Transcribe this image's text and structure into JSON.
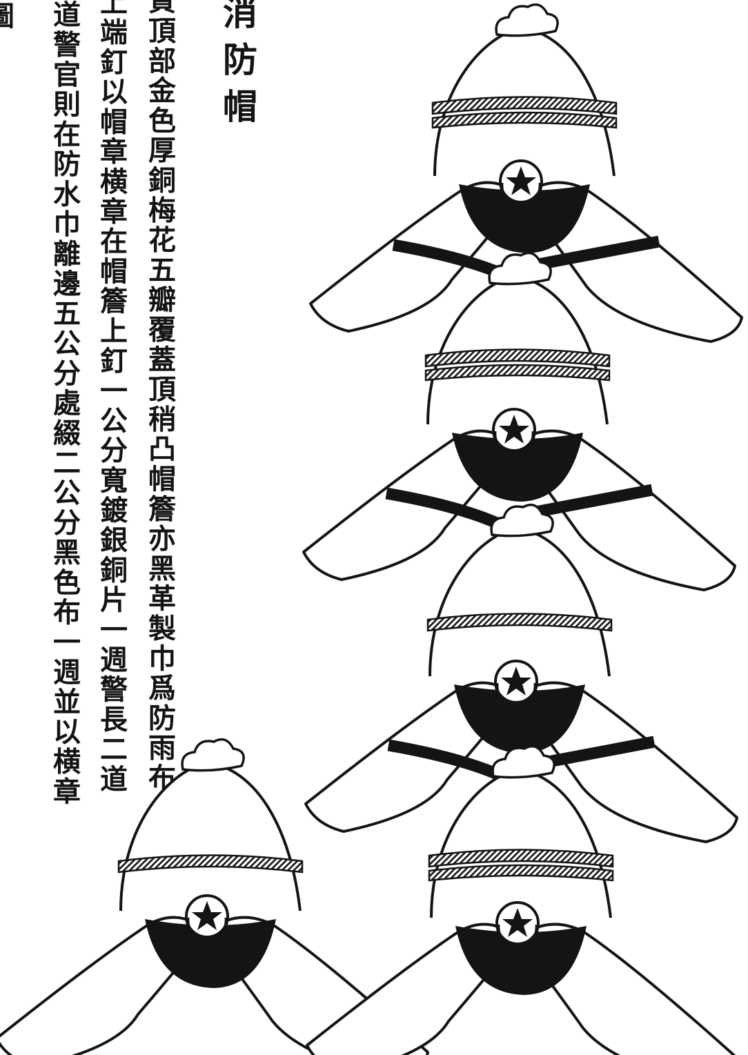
{
  "title": "消防帽",
  "columns": [
    "質頂部金色厚銅梅花五瓣覆蓋頂稍凸帽簷亦黑革製巾爲防雨布",
    "上端釘以帽章横章在帽簷上釘一公分寬鍍銀銅片一週警長二道",
    "道警官則在防水巾離邊五公分處綴二公分黑色布一週並以横章",
    "圖"
  ],
  "figures": [
    {
      "rank": "helmet-1",
      "silver_bands": 2,
      "cape_stripe": true
    },
    {
      "rank": "helmet-2",
      "silver_bands": 2,
      "cape_stripe": true
    },
    {
      "rank": "helmet-3",
      "silver_bands": 1,
      "cape_stripe": true
    },
    {
      "rank": "helmet-4",
      "silver_bands": 1,
      "cape_stripe": false
    },
    {
      "rank": "helmet-5",
      "silver_bands": 2,
      "cape_stripe": false
    }
  ],
  "colors": {
    "ink": "#141414",
    "paper": "#ffffff"
  }
}
